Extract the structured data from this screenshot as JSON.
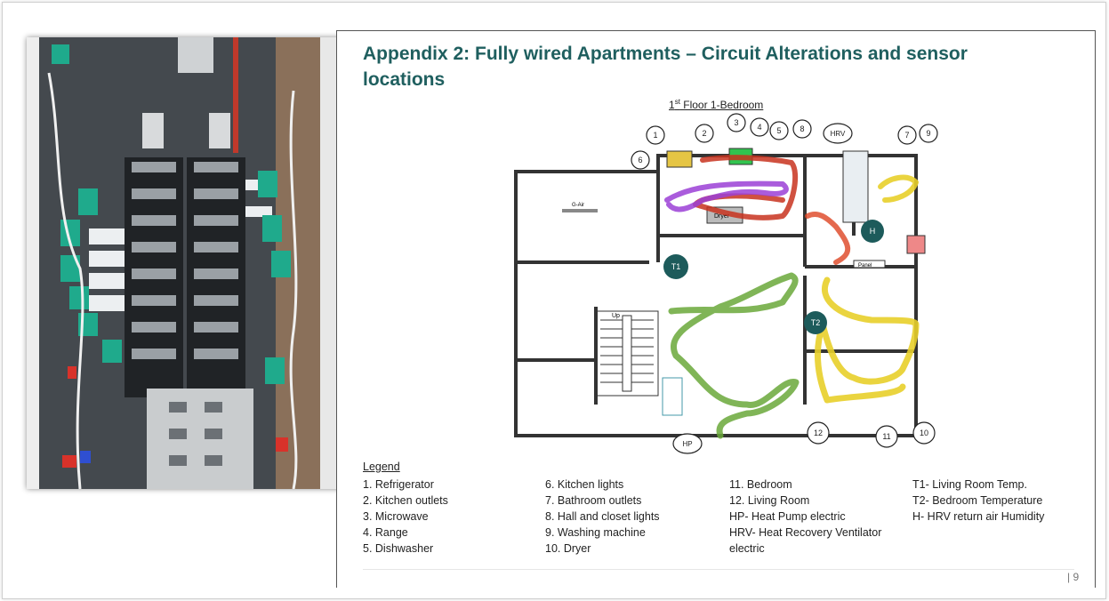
{
  "title": "Appendix 2: Fully wired Apartments – Circuit Alterations and sensor locations",
  "plan_title": "1st Floor 1-Bedroom",
  "plan_title_main": "1",
  "plan_title_sup": "st",
  "plan_title_rest": " Floor 1-Bedroom",
  "diagram": {
    "markers": [
      "1",
      "2",
      "3",
      "4",
      "5",
      "6",
      "7",
      "8",
      "9",
      "10",
      "11",
      "12",
      "HRV",
      "HP"
    ],
    "sensors": [
      "T1",
      "T2",
      "H"
    ],
    "room_labels": [
      "G-Air",
      "Up",
      "Dryer",
      "Panel"
    ]
  },
  "legend": {
    "heading": "Legend",
    "col1": [
      "1.   Refrigerator",
      "2.   Kitchen outlets",
      "3.   Microwave",
      "4.   Range",
      "5.   Dishwasher"
    ],
    "col2": [
      "6.   Kitchen lights",
      "7.   Bathroom outlets",
      "8.   Hall and closet  lights",
      "9.   Washing machine",
      "10. Dryer"
    ],
    "col3": [
      "11. Bedroom",
      "12. Living Room",
      "HP- Heat Pump electric",
      "HRV- Heat Recovery Ventilator",
      "electric"
    ],
    "col4": [
      "T1- Living Room Temp.",
      "T2- Bedroom Temperature",
      "H- HRV return air Humidity"
    ]
  },
  "page_number": "| 9",
  "colors": {
    "title": "#1f5f5f",
    "circuit_red": "#c8331f",
    "circuit_purple": "#9b3fd6",
    "circuit_green": "#6aa83a",
    "circuit_yellow": "#e8cf2a",
    "sensor_fill": "#1d5b5b"
  }
}
